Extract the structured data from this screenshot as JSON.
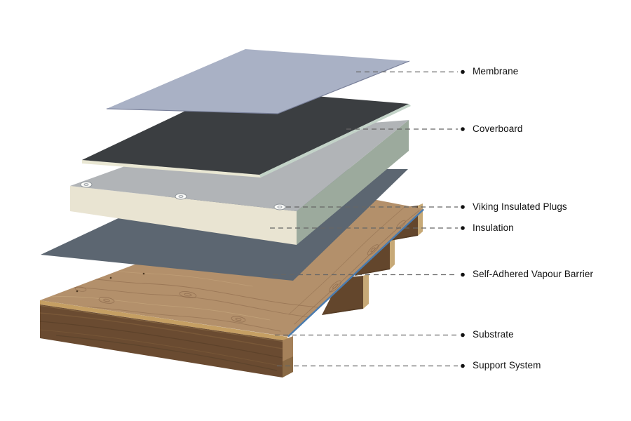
{
  "figure": {
    "type": "exploded-roof-assembly-diagram",
    "background": "#ffffff"
  },
  "labels": [
    {
      "id": "membrane",
      "text": "Membrane"
    },
    {
      "id": "coverboard",
      "text": "Coverboard"
    },
    {
      "id": "viking-insulated-plugs",
      "text": "Viking Insulated Plugs"
    },
    {
      "id": "insulation",
      "text": "Insulation"
    },
    {
      "id": "self-adhered-vapour-barrier",
      "text": "Self-Adhered Vapour Barrier"
    },
    {
      "id": "substrate",
      "text": "Substrate"
    },
    {
      "id": "support-system",
      "text": "Support System"
    }
  ],
  "colors": {
    "membrane": "#a9b1c5",
    "membrane_edge": "#79809a",
    "coverboard_top": "#3b3e41",
    "coverboard_edge_cream": "#e9e7d3",
    "coverboard_edge_mint": "#c3d3c8",
    "insulation_top": "#b1b4b7",
    "insulation_front": "#e9e4d2",
    "insulation_side": "#9caa9d",
    "plug_fill": "#fbfbf9",
    "plug_ring": "#8f959a",
    "vapour_barrier": "#5c6671",
    "plywood": "#b3906b",
    "plywood_edge_strip": "#c59f63",
    "wood_grain_dark": "#8a674a",
    "wood_grain_light": "#c8a87e",
    "screw_dot": "#4f3a24",
    "fascia": "#6a4b31",
    "fascia_streak_light": "#7d5b3b",
    "fascia_streak_dark": "#583f28",
    "post_end": "#a5815a",
    "post_end_shade": "#8a6a45",
    "joist_side": "#63462c",
    "joist_end": "#c7a977",
    "deck_edge_blue": "#4a7cb0",
    "leader_line": "#666666",
    "bullet": "#111111",
    "label_text": "#111111"
  }
}
